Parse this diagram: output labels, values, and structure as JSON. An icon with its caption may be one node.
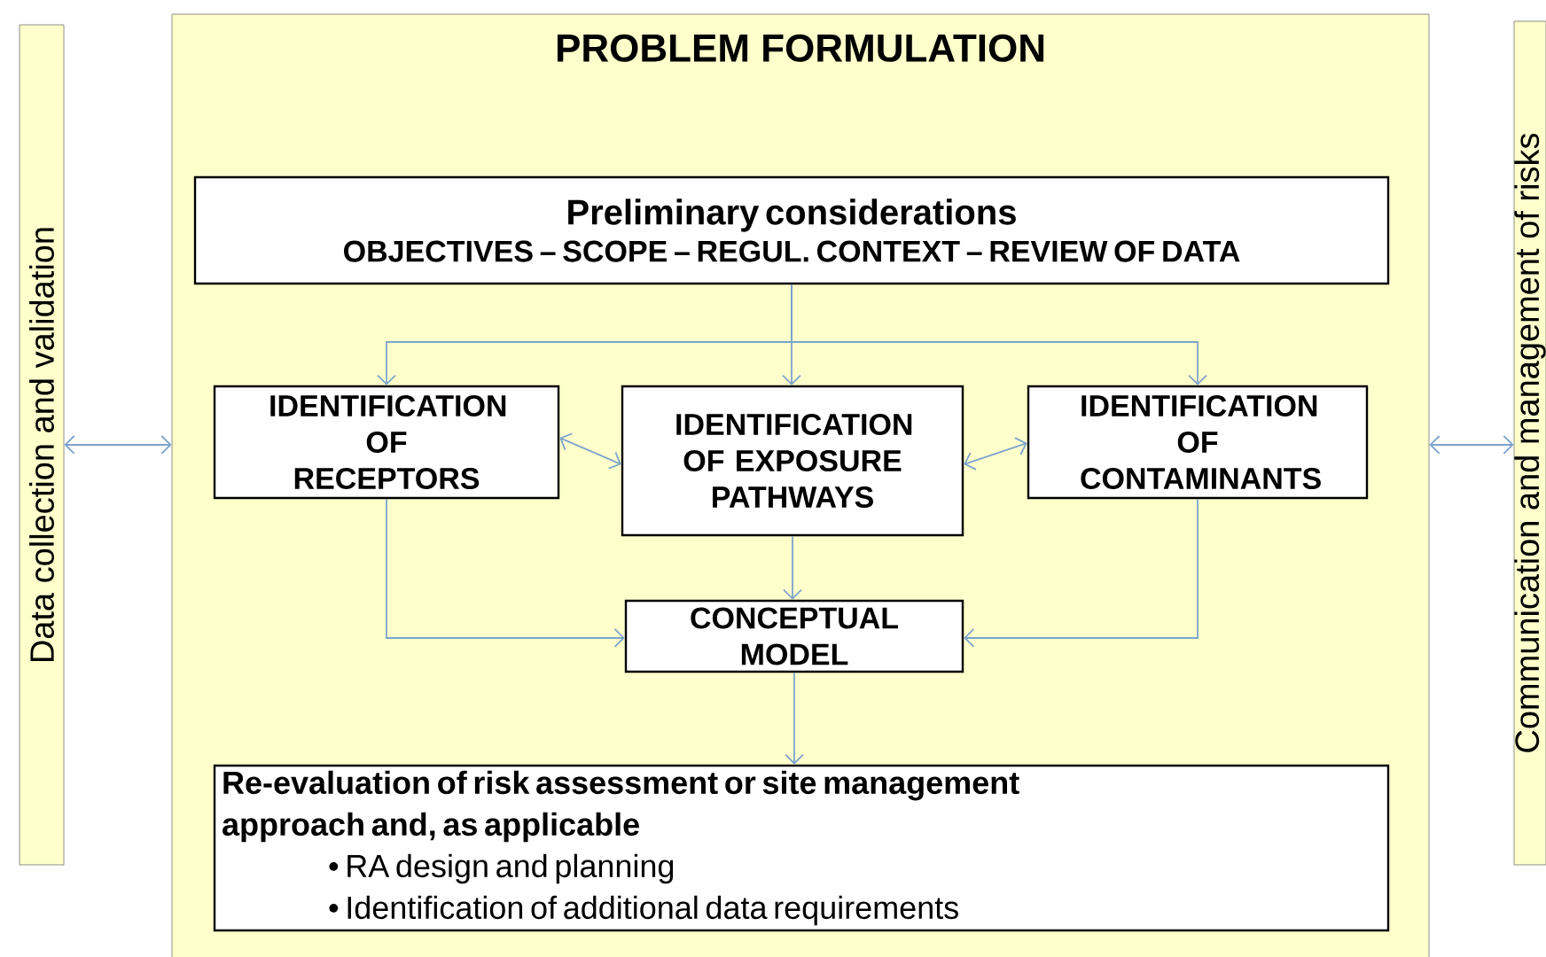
{
  "diagram": {
    "nodes": [
      {
        "text": [
          "Data collection and validation"
        ]
      },
      {
        "text": [
          "PROBLEM FORMULATION"
        ]
      },
      {
        "text": [
          "Preliminary considerations",
          "OBJECTIVES – SCOPE – REGUL. CONTEXT – REVIEW OF DATA"
        ],
        "in": 1
      },
      {
        "text": [
          "IDENTIFICATION OF RECEPTORS"
        ],
        "in": 1
      },
      {
        "text": [
          "IDENTIFICATION OF EXPOSURE PATHWAYS"
        ],
        "in": 1
      },
      {
        "text": [
          "IDENTIFICATION OF CONTAMINANTS"
        ],
        "in": 1
      },
      {
        "text": [
          "CONCEPTUAL MODEL"
        ],
        "in": 1
      },
      {
        "text": [
          "Re-evaluation of risk assessment or site management approach and, as applicable",
          "• RA design and planning",
          "• Identification of additional data requirements"
        ],
        "in": 1
      },
      {
        "text": [
          "Communication and management of risks"
        ]
      }
    ],
    "edges": [
      {
        "from": 0,
        "to": 1,
        "arrow": "both"
      },
      {
        "from": 1,
        "to": 8,
        "arrow": "both"
      },
      {
        "from": 2,
        "to": 3,
        "arrow": "to"
      },
      {
        "from": 2,
        "to": 4,
        "arrow": "to"
      },
      {
        "from": 2,
        "to": 5,
        "arrow": "to"
      },
      {
        "from": 3,
        "to": 4,
        "arrow": "both"
      },
      {
        "from": 4,
        "to": 5,
        "arrow": "both"
      },
      {
        "from": 3,
        "to": 6,
        "arrow": "to"
      },
      {
        "from": 4,
        "to": 6,
        "arrow": "to"
      },
      {
        "from": 5,
        "to": 6,
        "arrow": "to"
      },
      {
        "from": 6,
        "to": 7,
        "arrow": "to"
      }
    ]
  }
}
